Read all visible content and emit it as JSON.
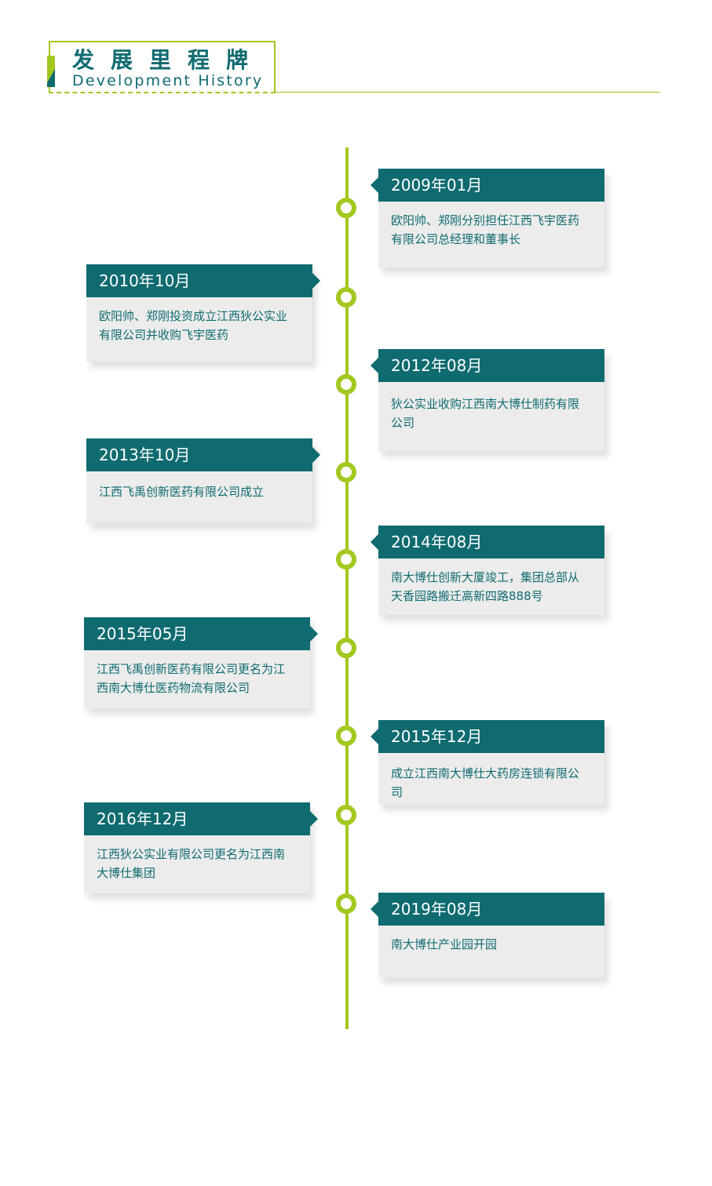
{
  "header": {
    "title": "发展里程牌",
    "subtitle": "Development History"
  },
  "colors": {
    "accent_green": "#a3c81f",
    "brand_teal": "#0f6b70",
    "card_body": "#ececec"
  },
  "timeline": [
    {
      "date": "2009年01月",
      "text": "欧阳帅、郑刚分别担任江西飞宇医药有限公司总经理和董事长"
    },
    {
      "date": "2010年10月",
      "text": "欧阳帅、郑刚投资成立江西狄公实业有限公司并收购飞宇医药"
    },
    {
      "date": "2012年08月",
      "text": "狄公实业收购江西南大博仕制药有限公司"
    },
    {
      "date": "2013年10月",
      "text": "江西飞禹创新医药有限公司成立"
    },
    {
      "date": "2014年08月",
      "text": "南大博仕创新大厦竣工，集团总部从天香园路搬迁高新四路888号"
    },
    {
      "date": "2015年05月",
      "text": "江西飞禹创新医药有限公司更名为江西南大博仕医药物流有限公司"
    },
    {
      "date": "2015年12月",
      "text": "成立江西南大博仕大药房连锁有限公司"
    },
    {
      "date": "2016年12月",
      "text": "江西狄公实业有限公司更名为江西南大博仕集团"
    },
    {
      "date": "2019年08月",
      "text": "南大博仕产业园开园"
    }
  ]
}
